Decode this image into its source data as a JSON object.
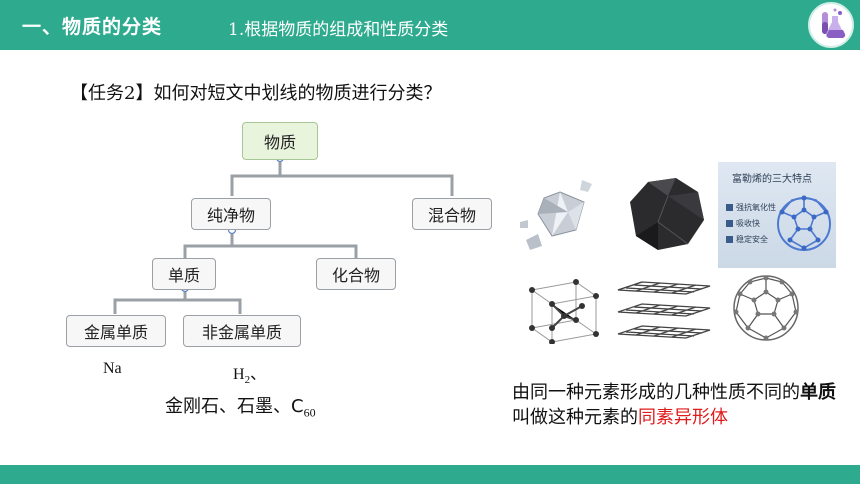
{
  "header": {
    "title": "一、物质的分类",
    "subtitle": "1.根据物质的组成和性质分类"
  },
  "task": "【任务2】如何对短文中划线的物质进行分类？",
  "tree": {
    "root": "物质",
    "pure": "纯净物",
    "mixture": "混合物",
    "element": "单质",
    "compound": "化合物",
    "metal": "金属单质",
    "nonmetal": "非金属单质"
  },
  "examples": {
    "metal": "Na",
    "nonmetal_h": "H",
    "nonmetal_sub": "2",
    "nonmetal_sep": "、",
    "allotropes": "金刚石、石墨、C",
    "allotropes_sub": "60"
  },
  "fullerene_card": {
    "title": "富勒烯的三大特点",
    "items": [
      "强抗氧化性",
      "吸收快",
      "稳定安全"
    ]
  },
  "conclusion": {
    "part1": "由同一种元素形成的几种性质不同的",
    "bold": "单质",
    "part2": "叫做这种元素的",
    "red": "同素异形体"
  },
  "colors": {
    "header": "#2eaa8e",
    "accent_red": "#e01b1b",
    "root_fill": "#e8f4dc"
  }
}
